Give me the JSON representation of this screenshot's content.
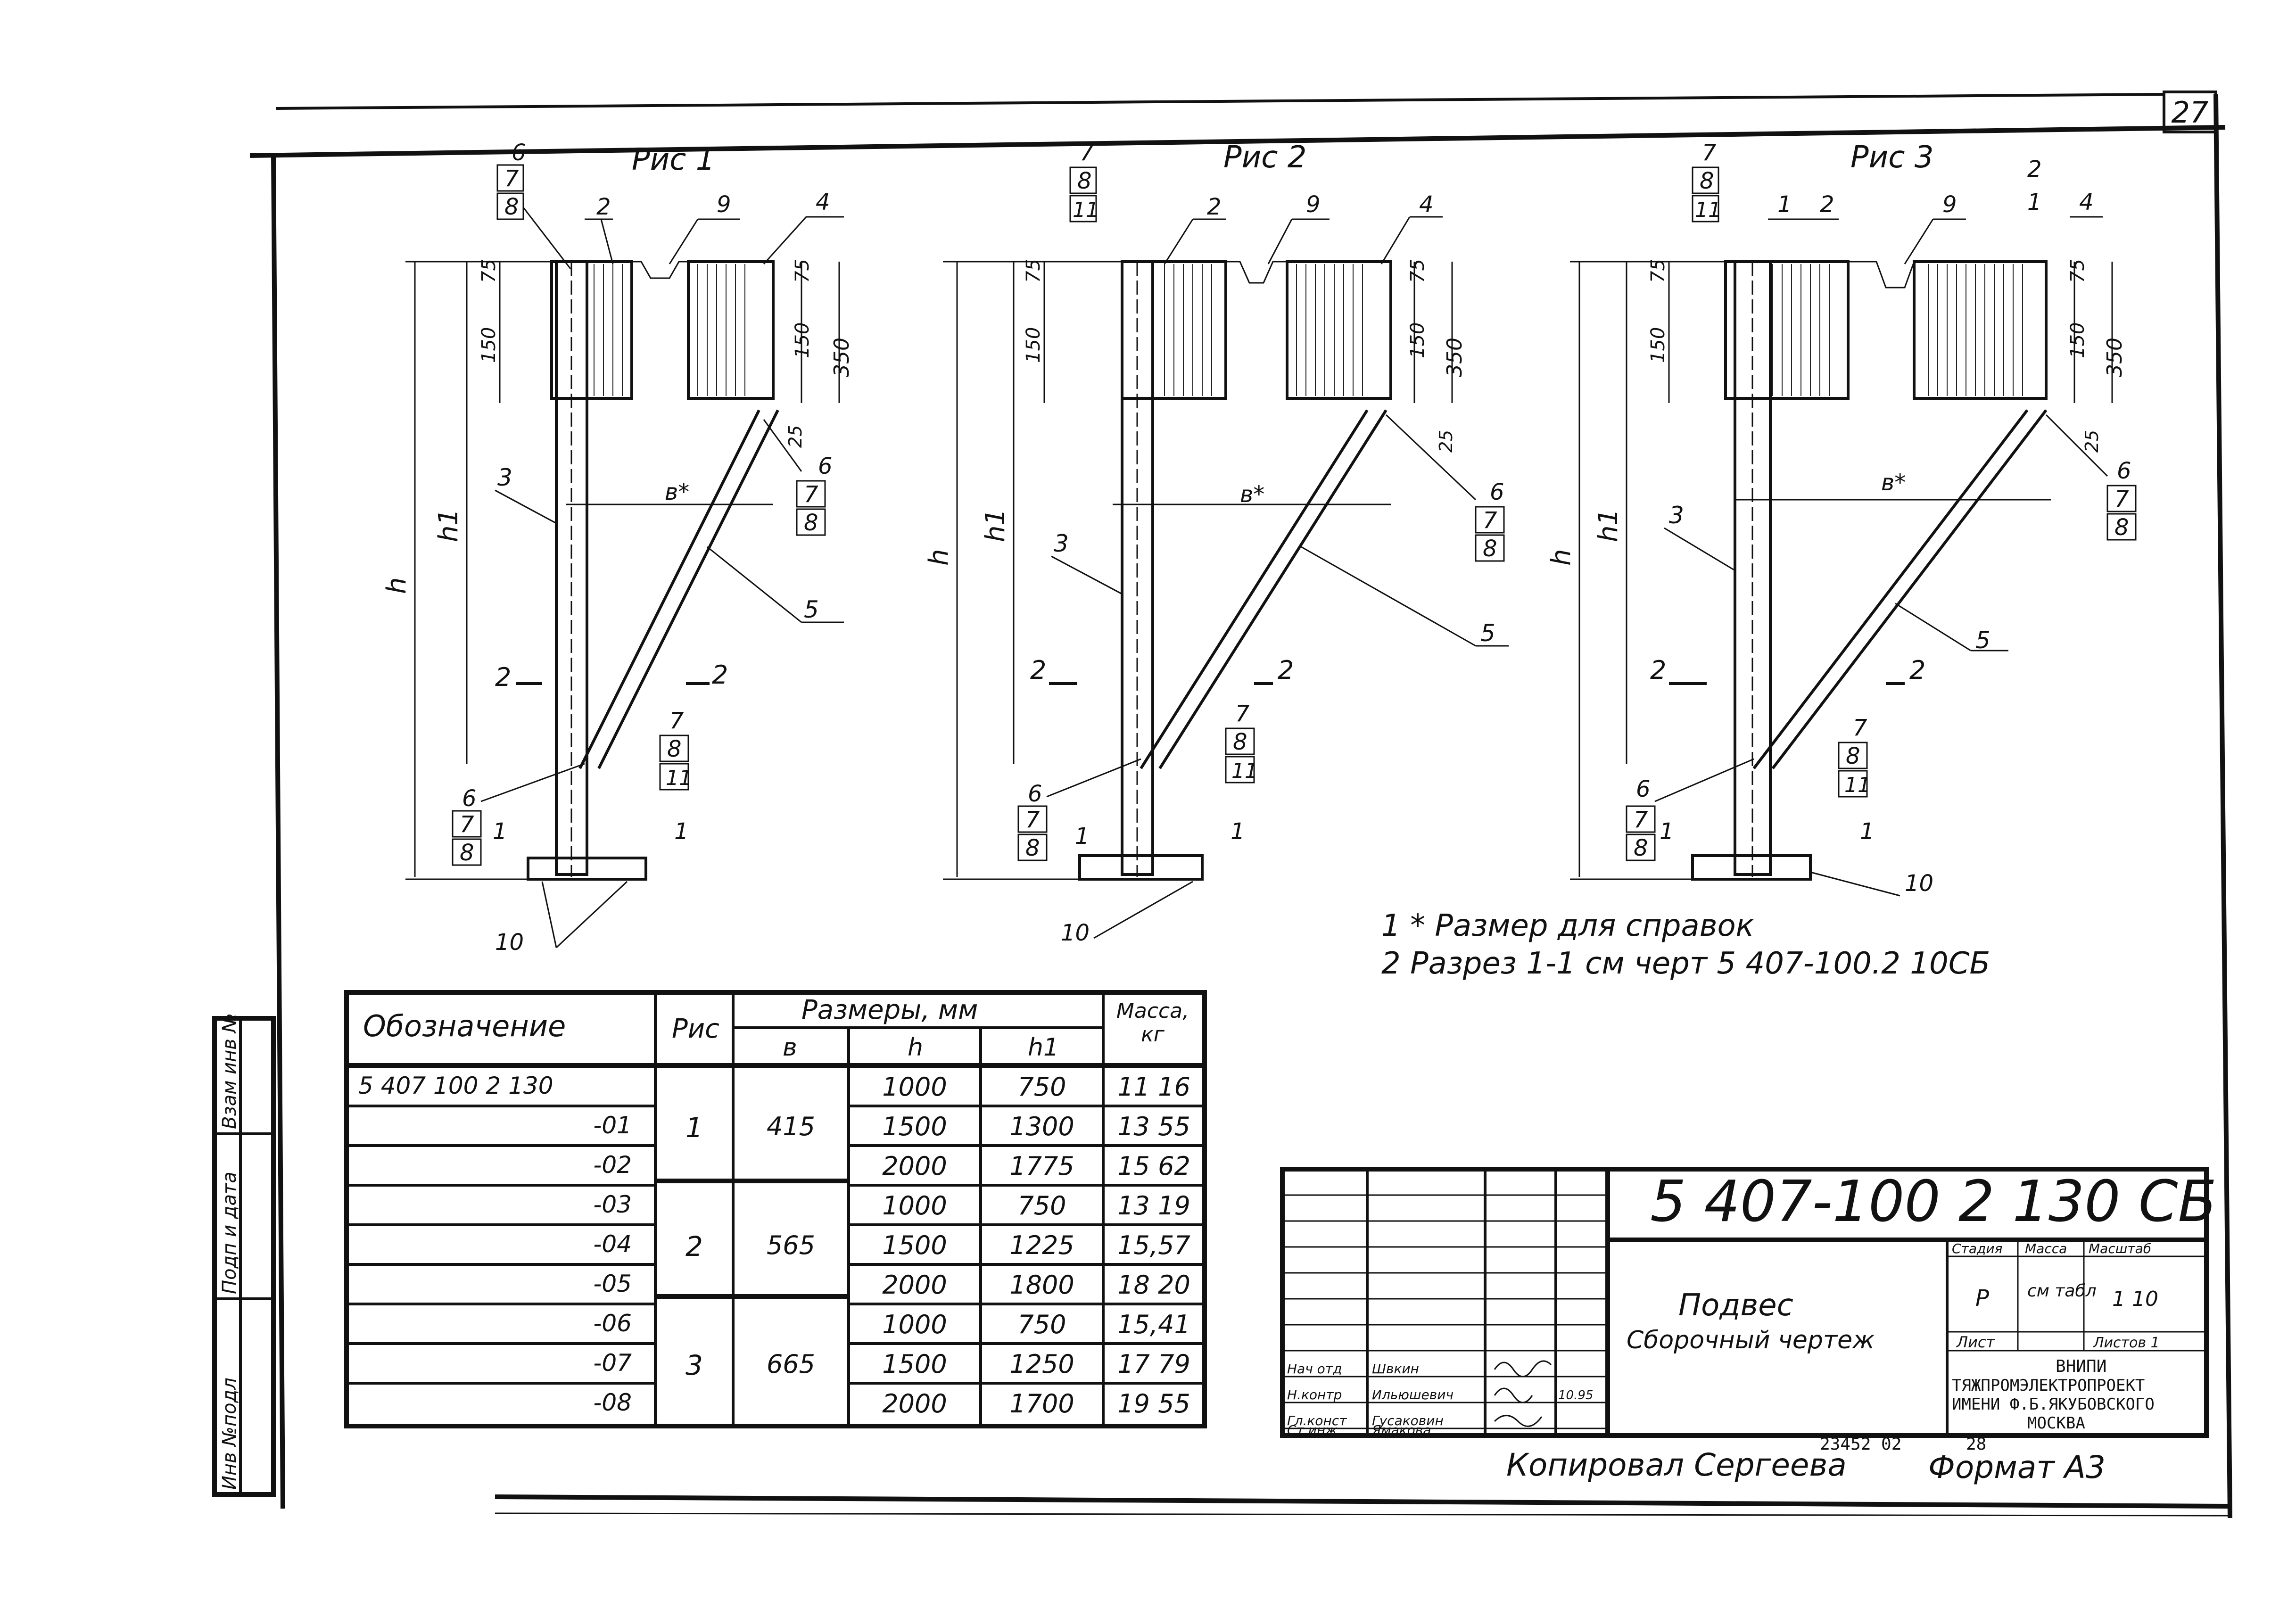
{
  "sheet_number": "27",
  "figures": [
    {
      "title": "Рис 1",
      "tags_top": [
        "6",
        "7",
        "8"
      ],
      "dims": [
        "75",
        "150",
        "150",
        "75",
        "350",
        "25",
        "h",
        "h1",
        "в*"
      ]
    },
    {
      "title": "Рис 2",
      "tags_top": [
        "7",
        "8",
        "11"
      ],
      "dims": [
        "75",
        "150",
        "75",
        "150",
        "350",
        "25",
        "h",
        "h1",
        "в*"
      ]
    },
    {
      "title": "Рис 3",
      "tags_top": [
        "7",
        "8",
        "11"
      ],
      "dims": [
        "75",
        "150",
        "75",
        "150",
        "350",
        "25",
        "h",
        "h1",
        "в*"
      ]
    }
  ],
  "part_numbers": [
    "1",
    "2",
    "3",
    "4",
    "5",
    "6",
    "7",
    "8",
    "9",
    "10",
    "11"
  ],
  "section_marks": [
    "1",
    "2"
  ],
  "notes": [
    "1 * Размер для справок",
    "2 Разрез 1-1 см черт 5 407-100.2 10СБ"
  ],
  "table": {
    "headers": {
      "designation": "Обозначение",
      "fig": "Рис",
      "dims_group": "Размеры, мм",
      "b": "в",
      "h": "h",
      "h1": "h1",
      "mass": "Масса, кг"
    },
    "rows": [
      {
        "designation": "5 407 100 2 130",
        "fig": "1",
        "b": "415",
        "h": "1000",
        "h1": "750",
        "mass": "11 16"
      },
      {
        "designation": "-01",
        "fig": "",
        "b": "",
        "h": "1500",
        "h1": "1300",
        "mass": "13 55"
      },
      {
        "designation": "-02",
        "fig": "",
        "b": "",
        "h": "2000",
        "h1": "1775",
        "mass": "15 62"
      },
      {
        "designation": "-03",
        "fig": "2",
        "b": "565",
        "h": "1000",
        "h1": "750",
        "mass": "13 19"
      },
      {
        "designation": "-04",
        "fig": "",
        "b": "",
        "h": "1500",
        "h1": "1225",
        "mass": "15,57"
      },
      {
        "designation": "-05",
        "fig": "",
        "b": "",
        "h": "2000",
        "h1": "1800",
        "mass": "18 20"
      },
      {
        "designation": "-06",
        "fig": "3",
        "b": "665",
        "h": "1000",
        "h1": "750",
        "mass": "15,41"
      },
      {
        "designation": "-07",
        "fig": "",
        "b": "",
        "h": "1500",
        "h1": "1250",
        "mass": "17 79"
      },
      {
        "designation": "-08",
        "fig": "",
        "b": "",
        "h": "2000",
        "h1": "1700",
        "mass": "19 55"
      }
    ]
  },
  "side_stamp": [
    "Инв №подл",
    "Подп и дата",
    "Взам инв №"
  ],
  "title_block": {
    "doc_code": "5 407-100 2 130 СБ",
    "name_line1": "Подвес",
    "name_line2": "Сборочный чертеж",
    "stage_label": "Стадия",
    "mass_label": "Масса",
    "scale_label": "Масштаб",
    "stage": "Р",
    "mass": "см табл",
    "scale": "1 10",
    "sheet_label": "Лист",
    "sheets_label": "Листов 1",
    "org1": "ВНИПИ",
    "org2": "ТЯЖПРОМЭЛЕКТРОПРОЕКТ",
    "org3": "ИМЕНИ Ф.Б.ЯКУБОВСКОГО",
    "org4": "МОСКВА",
    "roles": [
      {
        "role": "Нач отд",
        "name": "Швкин",
        "date": ""
      },
      {
        "role": "Н.контр",
        "name": "Ильюшевич",
        "date": "10.95"
      },
      {
        "role": "Гл.конст",
        "name": "Гусаковин",
        "date": ""
      },
      {
        "role": "Ст.инж",
        "name": "Ямакова",
        "date": ""
      }
    ]
  },
  "bottom": {
    "copied": "Копировал Сергеева",
    "order_no": "23452 02",
    "page": "28",
    "format": "Формат А3"
  }
}
